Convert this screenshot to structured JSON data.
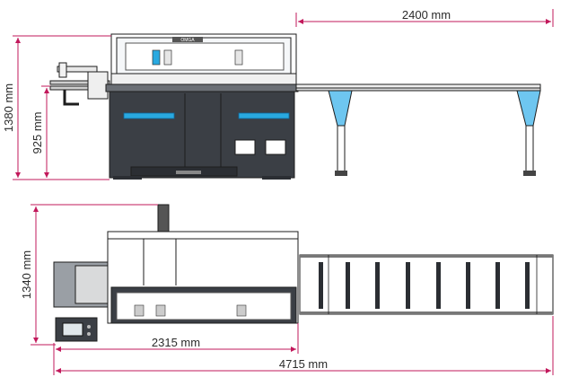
{
  "dimensions": {
    "table_length": "2400 mm",
    "total_height": "1380 mm",
    "work_height": "925 mm",
    "total_depth": "1340 mm",
    "machine_length": "2315 mm",
    "total_length": "4715 mm"
  },
  "machine": {
    "badge_text": "OMGA",
    "control_panel": "control-panel"
  },
  "colors": {
    "dimension_lines": "#c2185b",
    "machine_body": "#3b3f45",
    "accent_blue": "#29a9e0",
    "support_blue": "#6ec6f0",
    "light_panel": "#d9dadb"
  }
}
